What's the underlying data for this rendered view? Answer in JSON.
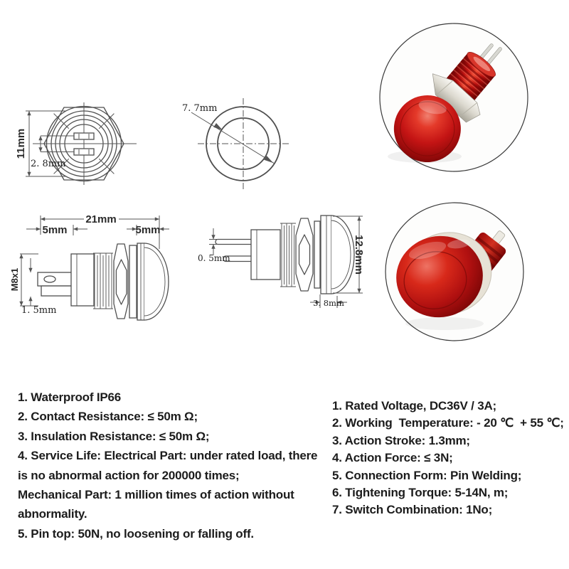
{
  "colors": {
    "background": "#ffffff",
    "drawing_line": "#4f4f4f",
    "spec_text": "#1c1c1c",
    "button_red": "#c41414",
    "button_red_dark": "#6b0505",
    "button_red_light": "#f08070",
    "metal_silver": "#dcd9cf",
    "photo_circle_border": "#3a3a3a"
  },
  "diagrams": {
    "back_view": {
      "dim_height": "11mm",
      "dim_pin_spacing": "2. 8mm"
    },
    "front_view": {
      "dim_diameter": "7. 7mm"
    },
    "side_view": {
      "dim_total_length": "21mm",
      "dim_rear_length": "5mm",
      "dim_head_length": "5mm",
      "dim_thread_spec": "M8x1",
      "dim_pin_thickness": "1. 5mm"
    },
    "side_view_2": {
      "dim_pin_width": "0. 5mm",
      "dim_head_diameter": "12.8mm",
      "dim_head_depth": "3. 8mm"
    }
  },
  "photos": {
    "angled": {
      "alt": "red metal push button switch, angled view with solder pins"
    },
    "front": {
      "alt": "red metal push button switch, dome cap front view"
    }
  },
  "specs_left": {
    "lines": [
      "1. Waterproof IP66",
      "2. Contact Resistance: ≤ 50m Ω;",
      "3. Insulation Resistance: ≤ 50m Ω;",
      "4. Service Life: Electrical Part: under rated load, there",
      "is no abnormal action for 200000 times;",
      "Mechanical Part: 1 million times of action without",
      "abnormality.",
      "5. Pin top: 50N, no loosening or falling off."
    ]
  },
  "specs_right": {
    "lines": [
      "1. Rated Voltage, DC36V / 3A;",
      "2. Working  Temperature: - 20 ℃  + 55 ℃;",
      "3. Action Stroke: 1.3mm;",
      "4. Action Force: ≤ 3N;",
      "5. Connection Form: Pin Welding;",
      "6. Tightening Torque: 5-14N, m;",
      "7. Switch Combination: 1No;"
    ]
  }
}
